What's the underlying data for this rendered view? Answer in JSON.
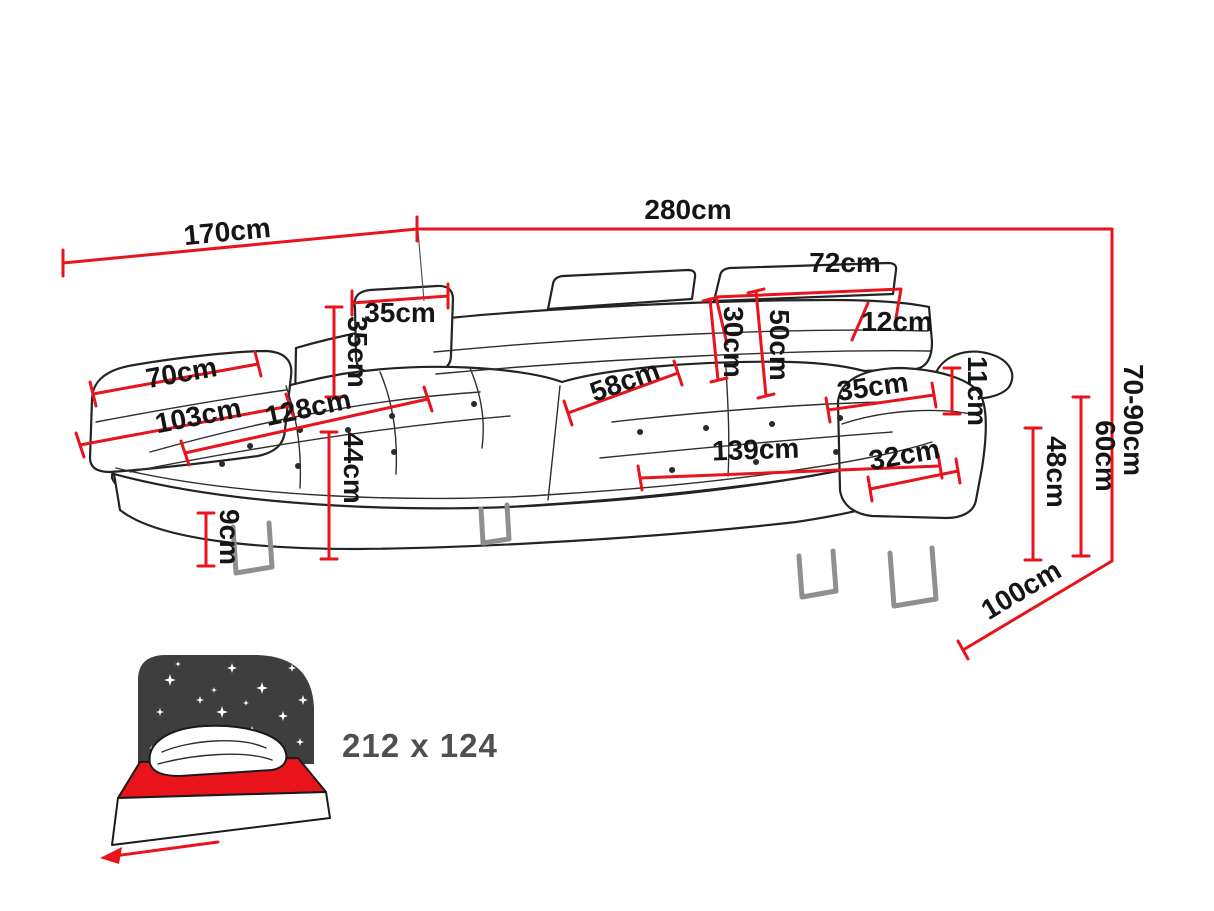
{
  "diagram_type": "corner-sofa-dimension-diagram",
  "unit": "cm",
  "colors": {
    "dimension_red": "#e8131b",
    "outline_black": "#232323",
    "bed_dark_gray": "#3e3e3e",
    "bed_text_gray": "#4f4f4f"
  },
  "dims": {
    "depth_left": "170cm",
    "width_total": "280cm",
    "height_range": "70-90cm",
    "headrest_width": "72cm",
    "headrest_height": "12cm",
    "pillow_width": "35cm",
    "pillow_height": "35cm",
    "backrest_inner_height": "30cm",
    "backrest_outer_height": "50cm",
    "armrest_left_length": "70cm",
    "chaise_seat_width": "103cm",
    "chaise_length": "128cm",
    "seat_depth": "58cm",
    "armrest_right_length": "35cm",
    "armrest_right_height": "11cm",
    "seat_height": "44cm",
    "seat_width": "139cm",
    "armrest_right_front": "32cm",
    "side_height_upper": "60cm",
    "side_height_lower": "48cm",
    "leg_height": "9cm",
    "depth_right": "100cm"
  },
  "sleeping_area": {
    "label": "212 x 124"
  }
}
